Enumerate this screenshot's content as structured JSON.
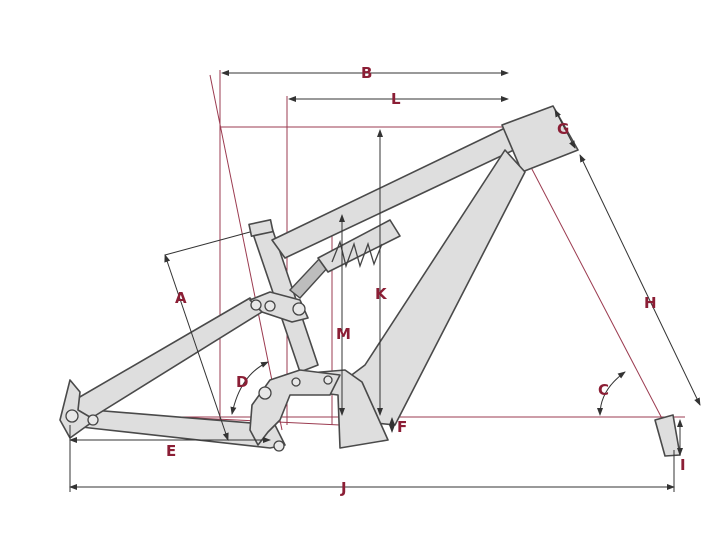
{
  "diagram": {
    "title": "Frame geometry",
    "colors": {
      "label": "#8b1e35",
      "frame": "#dedede",
      "outline": "#4a4a4a",
      "reference": "#9b3b50"
    },
    "labels": {
      "A": "A",
      "B": "B",
      "C": "C",
      "D": "D",
      "E": "E",
      "F": "F",
      "G": "G",
      "H": "H",
      "I": "I",
      "J": "J",
      "K": "K",
      "L": "L",
      "M": "M"
    }
  }
}
